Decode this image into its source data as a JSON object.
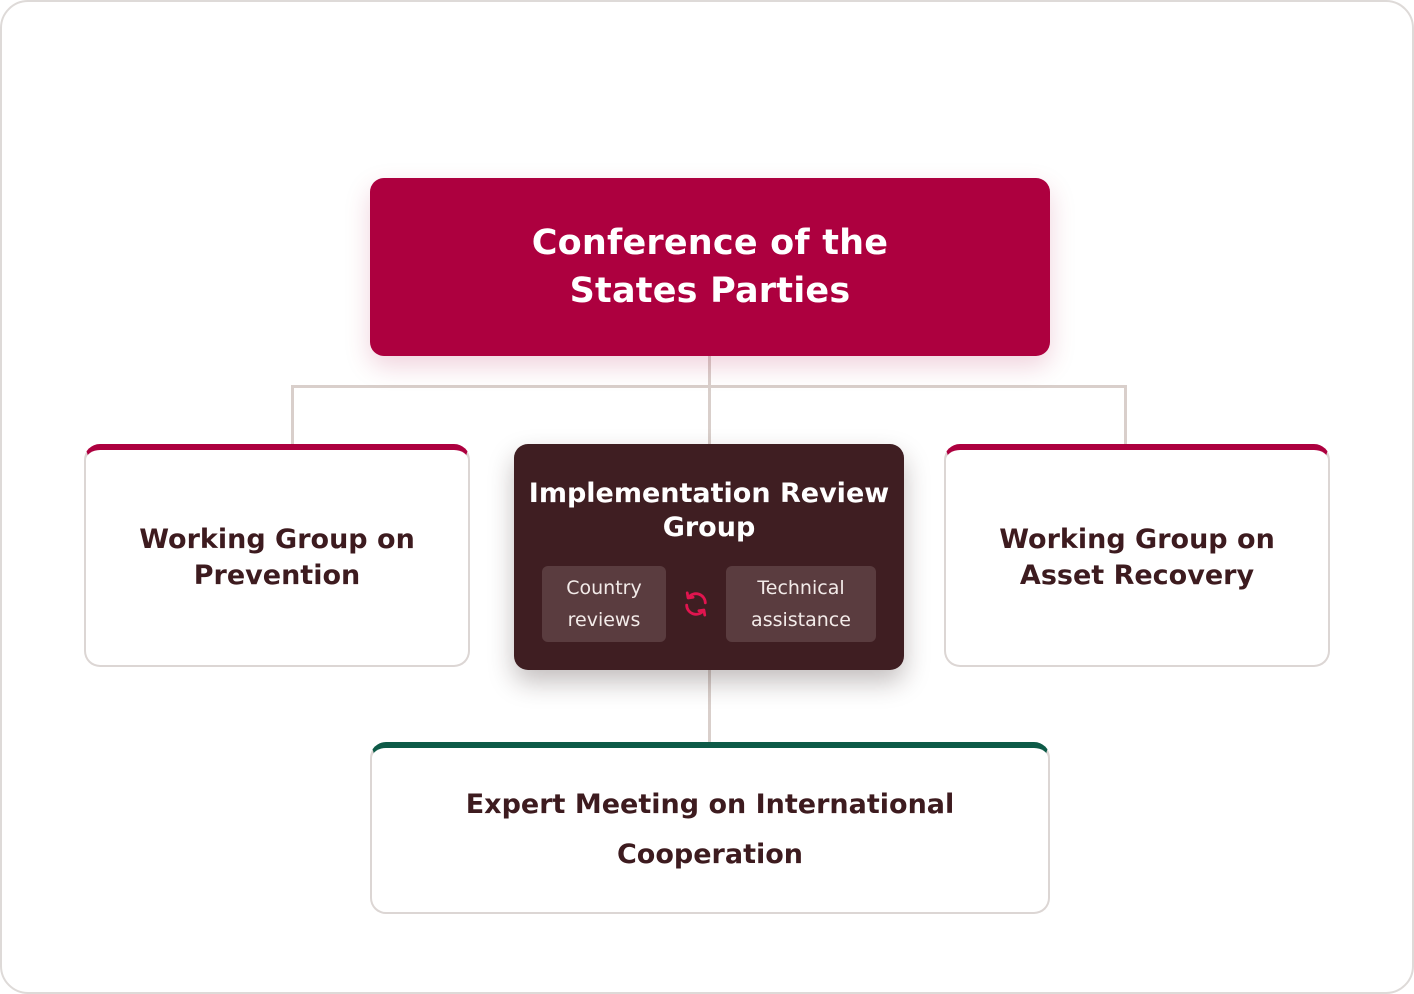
{
  "diagram": {
    "top": {
      "title": "Conference of the States Parties"
    },
    "left": {
      "title": "Working Group on Prevention"
    },
    "center": {
      "title": "Implementation Review Group",
      "left_pill": "Country reviews",
      "right_pill": "Technical assistance",
      "icon": "refresh-icon"
    },
    "right": {
      "title": "Working Group on Asset Recovery"
    },
    "bottom": {
      "title": "Expert Meeting on International Cooperation"
    }
  },
  "colors": {
    "primary": "#ad003f",
    "dark": "#3f1e22",
    "pill": "#5a3c3f",
    "green_accent": "#0d5a47",
    "text_dark": "#3d1b1f",
    "connector": "#d9cfcb",
    "border": "#dcd6d4"
  }
}
